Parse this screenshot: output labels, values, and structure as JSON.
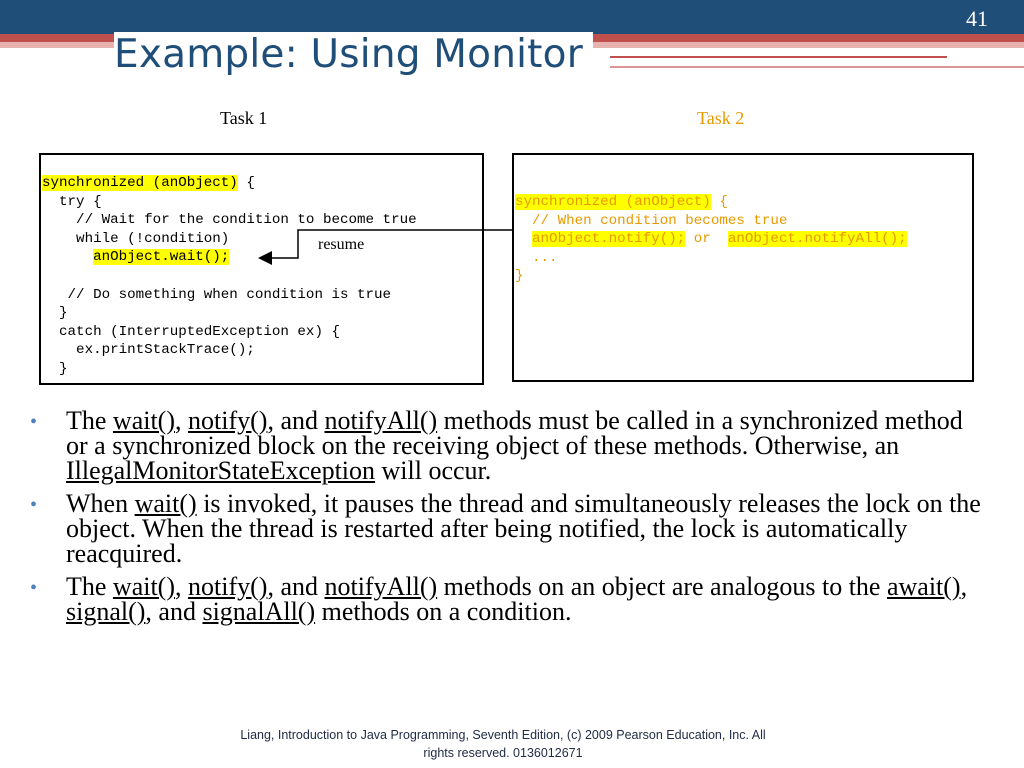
{
  "slide": {
    "number": "41",
    "title": "Example: Using Monitor"
  },
  "tasks": {
    "task1_label": "Task 1",
    "task2_label": "Task 2",
    "task1_code": [
      {
        "segments": [
          {
            "text": "synchronized (anObject)",
            "hl": true
          },
          {
            "text": " {",
            "hl": false
          }
        ]
      },
      {
        "segments": [
          {
            "text": "  try {",
            "hl": false
          }
        ]
      },
      {
        "segments": [
          {
            "text": "    // Wait for the condition to become true",
            "hl": false
          }
        ]
      },
      {
        "segments": [
          {
            "text": "    while (!condition)",
            "hl": false
          }
        ]
      },
      {
        "segments": [
          {
            "text": "      ",
            "hl": false
          },
          {
            "text": "anObject.wait();",
            "hl": true
          }
        ]
      },
      {
        "segments": [
          {
            "text": "",
            "hl": false
          }
        ]
      },
      {
        "segments": [
          {
            "text": "   // Do something when condition is true",
            "hl": false
          }
        ]
      },
      {
        "segments": [
          {
            "text": "  }",
            "hl": false
          }
        ]
      },
      {
        "segments": [
          {
            "text": "  catch (InterruptedException ex) {",
            "hl": false
          }
        ]
      },
      {
        "segments": [
          {
            "text": "    ex.printStackTrace();",
            "hl": false
          }
        ]
      },
      {
        "segments": [
          {
            "text": "  }",
            "hl": false
          }
        ]
      }
    ],
    "task2_code": [
      {
        "segments": [
          {
            "text": "synchronized (anObject)",
            "hl": true
          },
          {
            "text": " {",
            "hl": false
          }
        ]
      },
      {
        "segments": [
          {
            "text": "  // When condition becomes true",
            "hl": false
          }
        ]
      },
      {
        "segments": [
          {
            "text": "  ",
            "hl": false
          },
          {
            "text": "anObject.notify();",
            "hl": true
          },
          {
            "text": " or  ",
            "hl": false
          },
          {
            "text": "anObject.notifyAll();",
            "hl": true
          }
        ]
      },
      {
        "segments": [
          {
            "text": "  ...",
            "hl": false
          }
        ]
      },
      {
        "segments": [
          {
            "text": "}",
            "hl": false
          }
        ]
      }
    ],
    "resume_label": "resume"
  },
  "bullets": [
    [
      {
        "text": "The ",
        "u": false
      },
      {
        "text": "wait()",
        "u": true
      },
      {
        "text": ", ",
        "u": false
      },
      {
        "text": "notify()",
        "u": true
      },
      {
        "text": ", and ",
        "u": false
      },
      {
        "text": "notifyAll()",
        "u": true
      },
      {
        "text": " methods must be called in a synchronized method or a synchronized block on the receiving object of these methods. Otherwise, an ",
        "u": false
      },
      {
        "text": "IllegalMonitorStateException",
        "u": true
      },
      {
        "text": " will occur.",
        "u": false
      }
    ],
    [
      {
        "text": "When ",
        "u": false
      },
      {
        "text": "wait()",
        "u": true
      },
      {
        "text": " is invoked, it pauses the thread and simultaneously releases the lock on the object. When the thread is restarted after being notified, the lock is automatically reacquired.",
        "u": false
      }
    ],
    [
      {
        "text": "The ",
        "u": false
      },
      {
        "text": "wait()",
        "u": true
      },
      {
        "text": ", ",
        "u": false
      },
      {
        "text": "notify()",
        "u": true
      },
      {
        "text": ", and ",
        "u": false
      },
      {
        "text": "notifyAll()",
        "u": true
      },
      {
        "text": " methods on an object are analogous to the ",
        "u": false
      },
      {
        "text": "await()",
        "u": true
      },
      {
        "text": ", ",
        "u": false
      },
      {
        "text": "signal()",
        "u": true
      },
      {
        "text": ", and ",
        "u": false
      },
      {
        "text": "signalAll()",
        "u": true
      },
      {
        "text": " methods on a condition.",
        "u": false
      }
    ]
  ],
  "footer": {
    "line1": "Liang, Introduction to Java Programming, Seventh Edition, (c) 2009 Pearson Education, Inc. All",
    "line2": "rights reserved. 0136012671"
  },
  "colors": {
    "title": "#1f4e79",
    "header_bar": "#1f4e79",
    "accent_red": "#c0504d",
    "task2_text": "#e69a00",
    "highlight": "#ffff00",
    "bullet": "#4f81bd"
  }
}
